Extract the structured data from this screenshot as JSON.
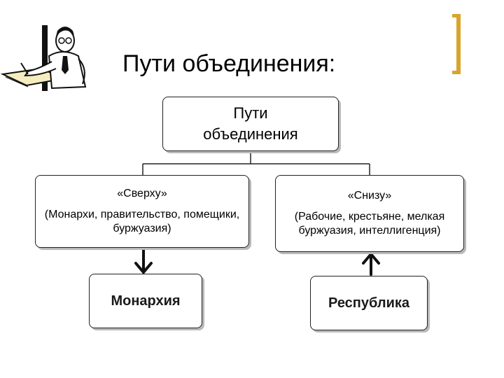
{
  "slide": {
    "title": "Пути объединения:"
  },
  "diagram": {
    "root": "Пути объединения",
    "branches": [
      {
        "heading": "«Сверху»",
        "description": "(Монархи, правительство, помещики, буржуазия)",
        "result": "Монархия",
        "arrow": "down"
      },
      {
        "heading": "«Снизу»",
        "description": "(Рабочие, крестьяне, мелкая буржуазия, интеллигенция)",
        "result": "Республика",
        "arrow": "up"
      }
    ]
  },
  "colors": {
    "accent_bar": "#d8a52a",
    "box_border": "#222222",
    "box_shadow": "#b9b9b9"
  },
  "icons": {
    "illustration": "man-writing-clipart-icon"
  }
}
